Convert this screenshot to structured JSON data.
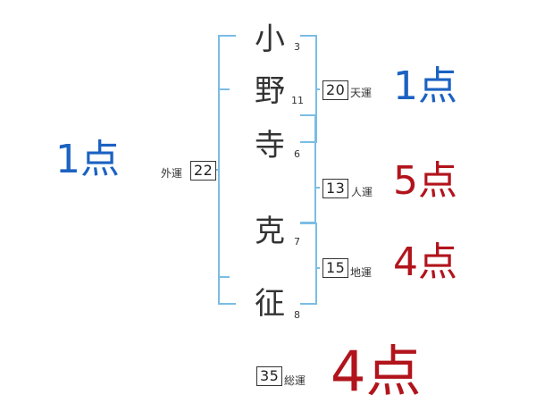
{
  "characters": [
    {
      "char": "小",
      "strokes": "3"
    },
    {
      "char": "野",
      "strokes": "11"
    },
    {
      "char": "寺",
      "strokes": "6"
    },
    {
      "char": "克",
      "strokes": "7"
    },
    {
      "char": "征",
      "strokes": "8"
    }
  ],
  "gaikaku": {
    "label": "外運",
    "value": "22",
    "score": "1点"
  },
  "tenkaku": {
    "label": "天運",
    "value": "20",
    "score": "1点"
  },
  "jinkaku": {
    "label": "人運",
    "value": "13",
    "score": "5点"
  },
  "chikaku": {
    "label": "地運",
    "value": "15",
    "score": "4点"
  },
  "soukaku": {
    "label": "総運",
    "value": "35",
    "score": "4点"
  },
  "colors": {
    "bracket": "#7bbde4",
    "good": "#1c62c2",
    "bad": "#b2141c"
  }
}
